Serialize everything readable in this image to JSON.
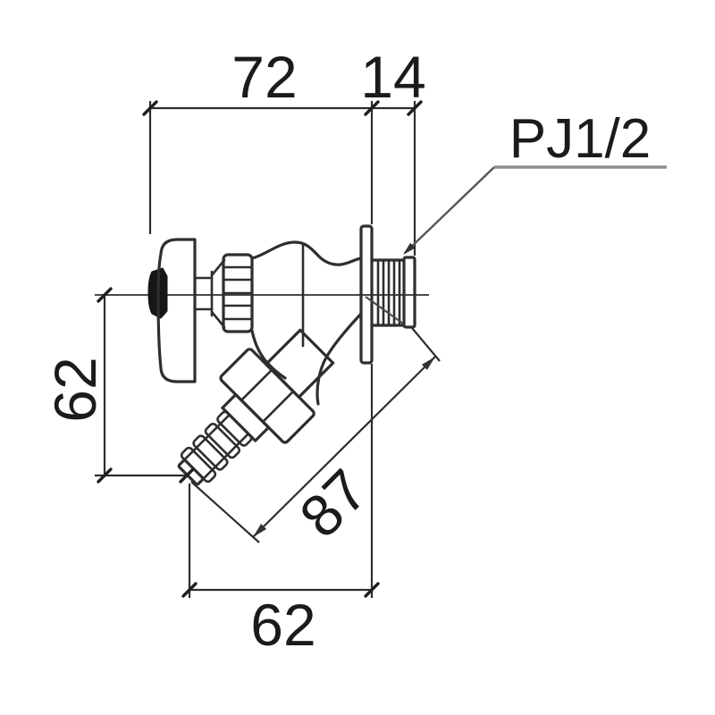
{
  "drawing": {
    "dimensions": {
      "top_width": "72",
      "shank_length": "14",
      "left_height": "62",
      "spout_length": "87",
      "bottom_width": "62"
    },
    "thread_label": "PJ1/2",
    "colors": {
      "background": "#ffffff",
      "line": "#2e2e2e",
      "text": "#1b1b1b",
      "leader_underline": "#8f8f8f"
    }
  }
}
